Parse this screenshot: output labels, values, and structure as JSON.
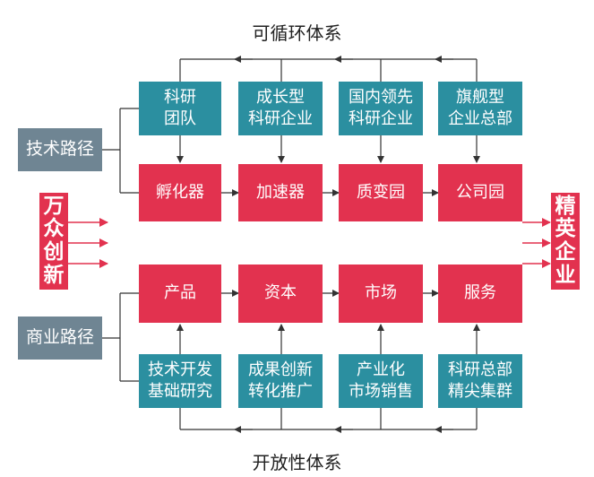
{
  "titles": {
    "top": "可循环体系",
    "bottom": "开放性体系"
  },
  "left_entity": "万\n众\n创\n新",
  "right_entity": "精\n英\n企\n业",
  "paths": {
    "tech": "技术路径",
    "business": "商业路径"
  },
  "top_sources": [
    "科研\n团队",
    "成长型\n科研企业",
    "国内领先\n科研企业",
    "旗舰型\n企业总部"
  ],
  "tech_stages": [
    "孵化器",
    "加速器",
    "质变园",
    "公司园"
  ],
  "business_stages": [
    "产品",
    "资本",
    "市场",
    "服务"
  ],
  "bottom_sources": [
    "技术开发\n基础研究",
    "成果创新\n转化推广",
    "产业化\n市场销售",
    "科研总部\n精尖集群"
  ],
  "colors": {
    "teal": "#2b8fa0",
    "red": "#e2324f",
    "gray": "#6f8593",
    "line": "#333333"
  }
}
